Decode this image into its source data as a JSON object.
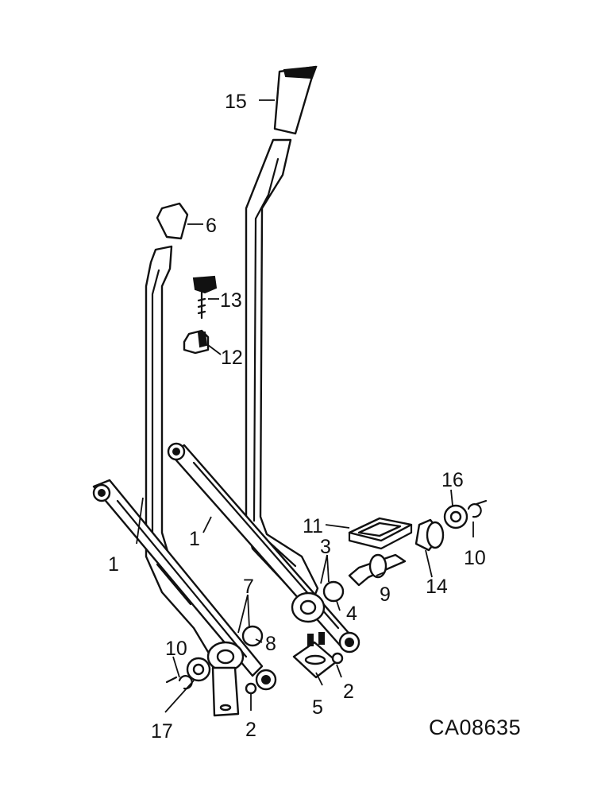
{
  "diagram": {
    "drawing_code": "CA08635",
    "callouts": {
      "c15": "15",
      "c6": "6",
      "c13": "13",
      "c12": "12",
      "c16": "16",
      "c11": "11",
      "c10a": "10",
      "c3": "3",
      "c1a": "1",
      "c1b": "1",
      "c9": "9",
      "c14": "14",
      "c4": "4",
      "c7": "7",
      "c8": "8",
      "c10b": "10",
      "c2a": "2",
      "c5": "5",
      "c17": "17",
      "c2b": "2"
    },
    "colors": {
      "ink": "#111111",
      "paper": "#ffffff"
    }
  }
}
